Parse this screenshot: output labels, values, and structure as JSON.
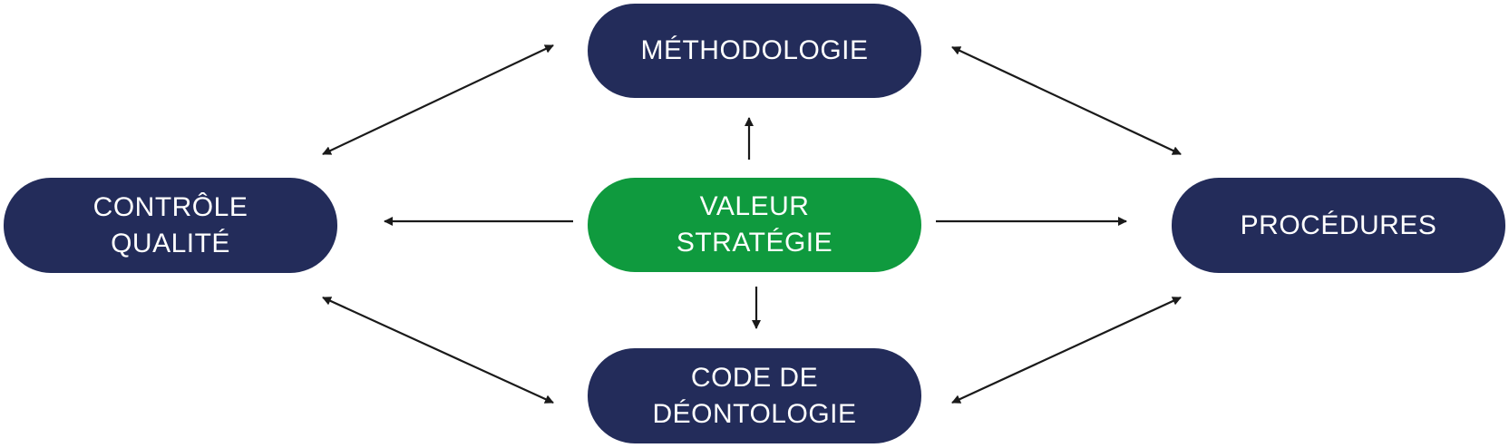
{
  "colors": {
    "navy": "#232c5a",
    "green": "#0f9a3e",
    "arrow": "#1a1a1a"
  },
  "nodes": {
    "methodologie": {
      "lines": [
        "MÉTHODOLOGIE"
      ]
    },
    "controle_qualite": {
      "lines": [
        "CONTRÔLE",
        "QUALITÉ"
      ]
    },
    "valeur_strategie": {
      "lines": [
        "VALEUR",
        "STRATÉGIE"
      ]
    },
    "procedures": {
      "lines": [
        "PROCÉDURES"
      ]
    },
    "code_deontologie": {
      "lines": [
        "CODE DE",
        "DÉONTOLOGIE"
      ]
    }
  },
  "edges": [
    {
      "from": "valeur_strategie",
      "to": "methodologie",
      "direction": "forward"
    },
    {
      "from": "valeur_strategie",
      "to": "controle_qualite",
      "direction": "forward"
    },
    {
      "from": "valeur_strategie",
      "to": "procedures",
      "direction": "forward"
    },
    {
      "from": "valeur_strategie",
      "to": "code_deontologie",
      "direction": "forward"
    },
    {
      "from": "methodologie",
      "to": "controle_qualite",
      "direction": "both"
    },
    {
      "from": "methodologie",
      "to": "procedures",
      "direction": "both"
    },
    {
      "from": "code_deontologie",
      "to": "controle_qualite",
      "direction": "both"
    },
    {
      "from": "code_deontologie",
      "to": "procedures",
      "direction": "both"
    }
  ]
}
